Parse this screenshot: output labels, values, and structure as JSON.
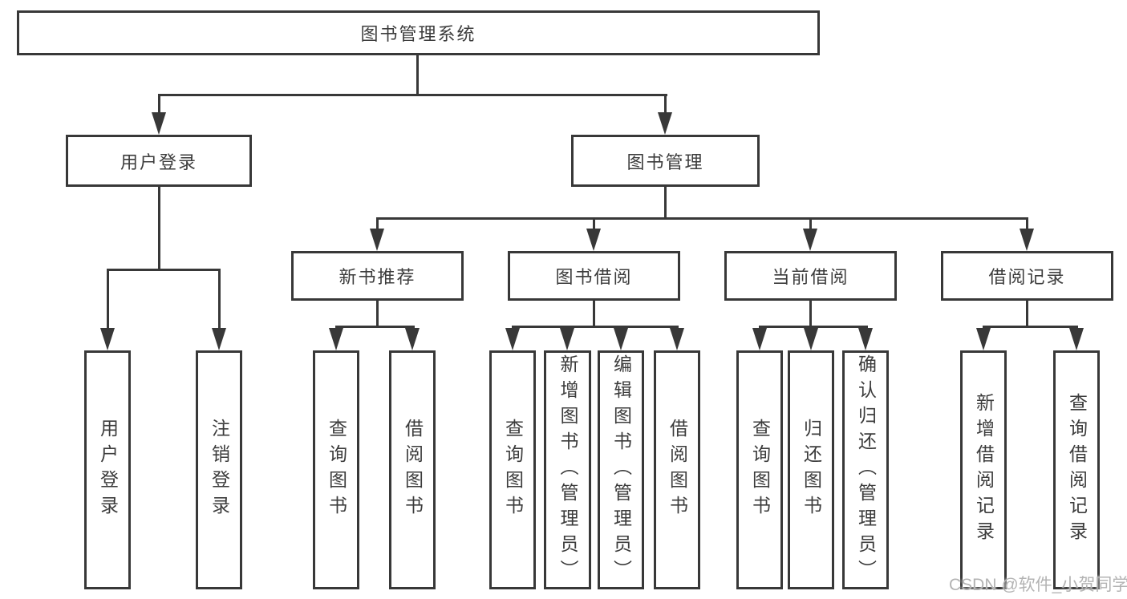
{
  "diagram": {
    "root": {
      "label": "图书管理系统"
    },
    "branches": [
      {
        "label": "用户登录",
        "children": [
          {
            "label": "用户登录"
          },
          {
            "label": "注销登录"
          }
        ]
      },
      {
        "label": "图书管理",
        "children": [
          {
            "label": "新书推荐",
            "children": [
              {
                "label": "查询图书"
              },
              {
                "label": "借阅图书"
              }
            ]
          },
          {
            "label": "图书借阅",
            "children": [
              {
                "label": "查询图书"
              },
              {
                "label": "新增图书（管理员）"
              },
              {
                "label": "编辑图书（管理员）"
              },
              {
                "label": "借阅图书"
              }
            ]
          },
          {
            "label": "当前借阅",
            "children": [
              {
                "label": "查询图书"
              },
              {
                "label": "归还图书"
              },
              {
                "label": "确认归还（管理员）"
              }
            ]
          },
          {
            "label": "借阅记录",
            "children": [
              {
                "label": "新增借阅记录"
              },
              {
                "label": "查询借阅记录"
              }
            ]
          }
        ]
      }
    ]
  },
  "watermark": "CSDN @软件_小贺同学",
  "colors": {
    "line": "#383838",
    "text": "#3c3c3c",
    "watermark": "#b3b3b3",
    "background": "#ffffff"
  }
}
